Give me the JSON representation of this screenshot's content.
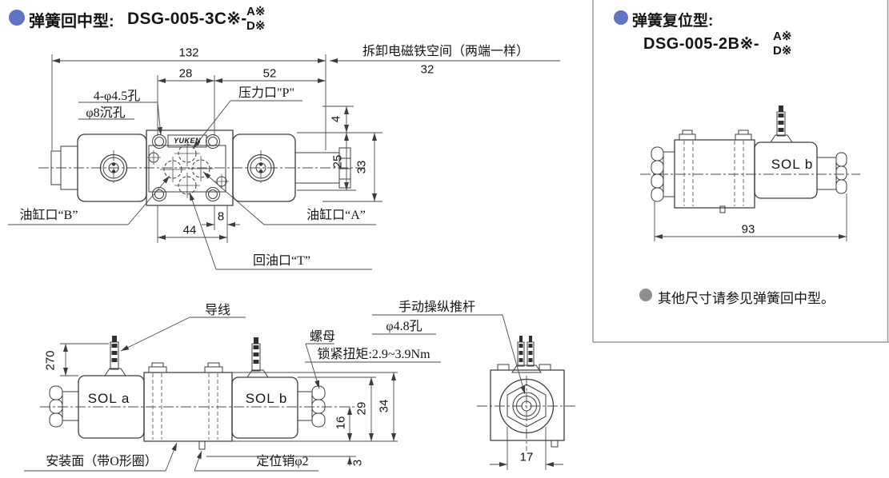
{
  "colors": {
    "accent_bullet": "#6272c4",
    "note_bullet": "#8e8e8e",
    "line": "#3c3c3c",
    "background": "#ffffff"
  },
  "spring_centered": {
    "type_label": "弹簧回中型:",
    "model": "DSG-005-3C※-",
    "model_option_top": "A※",
    "model_option_bottom": "D※",
    "top_view": {
      "dim_132": "132",
      "dim_28": "28",
      "dim_52": "52",
      "removal_space_note": "拆卸电磁铁空间（两端一样）",
      "dim_32": "32",
      "holes_line1": "4-φ4.5孔",
      "holes_line2": "φ8沉孔",
      "port_p": "压力口\"P\"",
      "port_b": "油缸口“B”",
      "port_a": "油缸口“A”",
      "port_t": "回油口“T”",
      "dim_4": "4",
      "dim_25": "25",
      "dim_33": "33",
      "dim_8": "8",
      "dim_44": "44",
      "logo": "YUKEN"
    },
    "front_view": {
      "lead_wire": "导线",
      "dim_270": "270",
      "sol_a": "SOL a",
      "sol_b": "SOL b",
      "nut": "螺母",
      "lock_torque": "锁紧扭矩:2.9~3.9Nm",
      "manual_push_rod": "手动操纵推杆",
      "push_rod_hole": "φ4.8孔",
      "mounting_surface": "安装面（带O形圈）",
      "locating_pin": "定位销φ2",
      "dim_16": "16",
      "dim_29": "29",
      "dim_34": "34",
      "dim_3": "3"
    },
    "end_view": {
      "dim_17": "17"
    }
  },
  "spring_offset": {
    "type_label": "弹簧复位型:",
    "model": "DSG-005-2B※-",
    "model_option_top": "A※",
    "model_option_bottom": "D※",
    "sol_b": "SOL b",
    "dim_93": "93",
    "note": "其他尺寸请参见弹簧回中型。"
  }
}
